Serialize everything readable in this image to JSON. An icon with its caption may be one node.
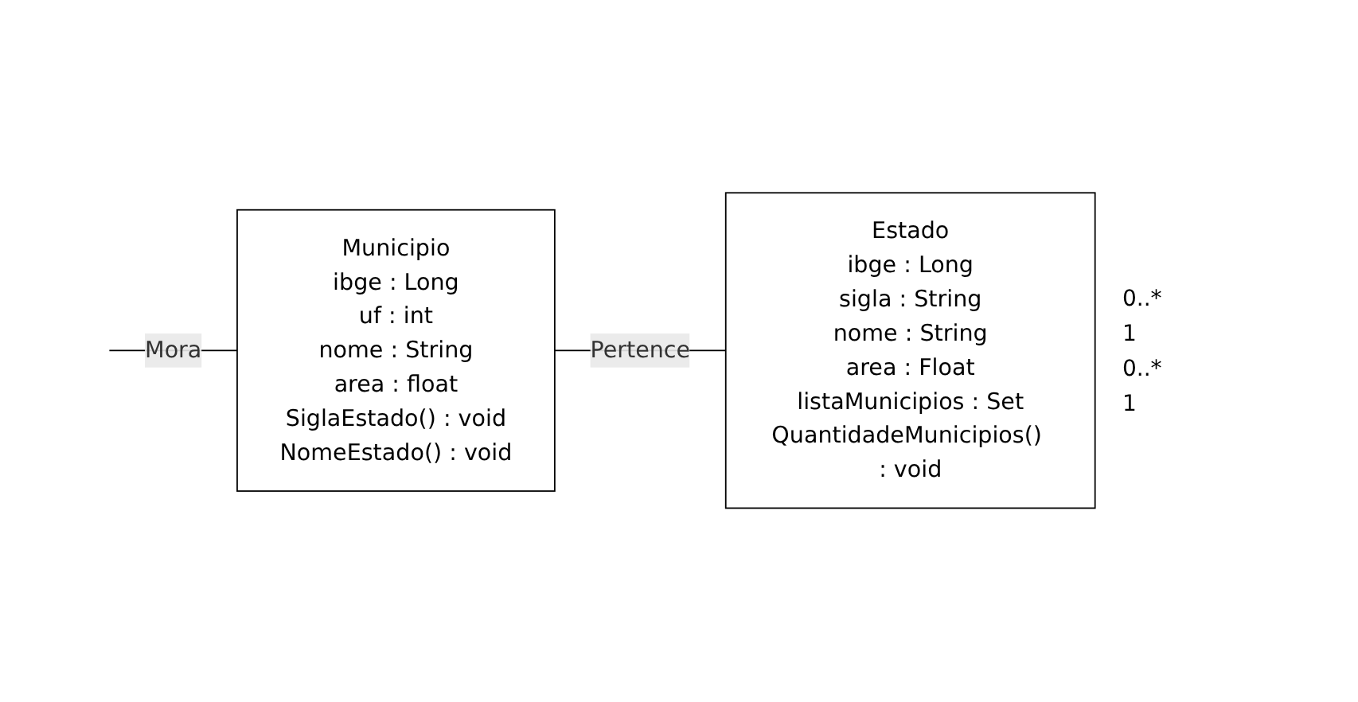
{
  "diagram": {
    "nodes": [
      {
        "text": [
          "Municipio",
          "ibge : Long",
          "uf : int",
          "nome : String",
          "area : float",
          "SiglaEstado() : void",
          "NomeEstado() : void"
        ]
      },
      {
        "text": [
          "Estado",
          "ibge : Long",
          "sigla : String",
          "nome : String",
          "area : Float",
          "listaMunicipios : Set",
          "QuantidadeMunicipios() : void"
        ]
      }
    ],
    "edges": [
      {
        "from": null,
        "to": 0,
        "arrow": "none",
        "label": "Mora"
      },
      {
        "from": 0,
        "to": 1,
        "arrow": "none",
        "label": "Pertence"
      }
    ],
    "labels": [
      "0..*",
      "1",
      "0..*",
      "1"
    ]
  }
}
